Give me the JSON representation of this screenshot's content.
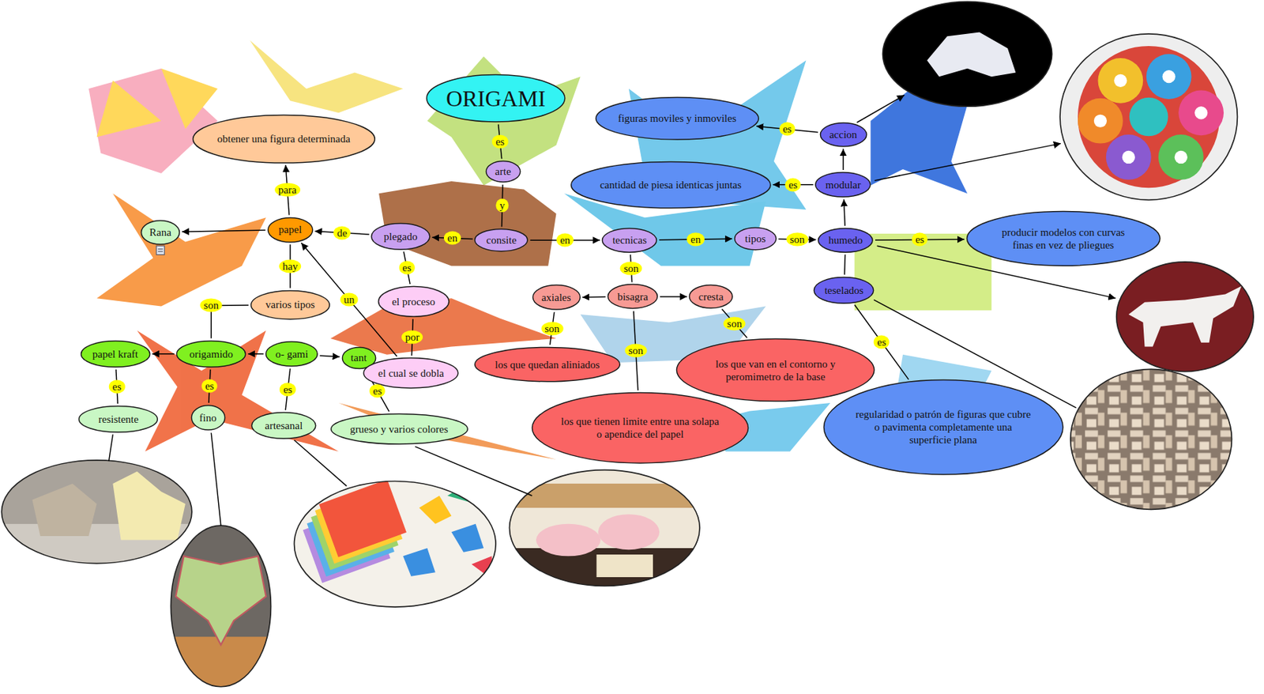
{
  "diagram": {
    "nodes": [
      {
        "text": [
          "ORIGAMI"
        ]
      },
      {
        "text": [
          "arte"
        ]
      },
      {
        "text": [
          "consite"
        ]
      },
      {
        "text": [
          "plegado"
        ]
      },
      {
        "text": [
          "papel"
        ]
      },
      {
        "text": [
          "obtener una figura determinada"
        ]
      },
      {
        "text": [
          "Rana"
        ]
      },
      {
        "text": [
          "varios tipos"
        ]
      },
      {
        "text": [
          "origamido"
        ]
      },
      {
        "text": [
          "papel kraft"
        ]
      },
      {
        "text": [
          "o- gami"
        ]
      },
      {
        "text": [
          "tant"
        ]
      },
      {
        "text": [
          "resistente"
        ]
      },
      {
        "text": [
          "fino"
        ]
      },
      {
        "text": [
          "artesanal"
        ]
      },
      {
        "text": [
          "grueso y varios colores"
        ]
      },
      {
        "text": [
          "el proceso"
        ]
      },
      {
        "text": [
          "el cual se dobla"
        ]
      },
      {
        "text": [
          "tecnicas"
        ]
      },
      {
        "text": [
          "tipos"
        ]
      },
      {
        "text": [
          "axiales"
        ]
      },
      {
        "text": [
          "bisagra"
        ]
      },
      {
        "text": [
          "cresta"
        ]
      },
      {
        "text": [
          "los que quedan aliniados"
        ]
      },
      {
        "text": [
          "los que tienen limite entre una solapa o apendice del papel"
        ]
      },
      {
        "text": [
          "los que van en el contorno y peromimetro de la base"
        ]
      },
      {
        "text": [
          "accion"
        ]
      },
      {
        "text": [
          "modular"
        ]
      },
      {
        "text": [
          "humedo"
        ]
      },
      {
        "text": [
          "teselados"
        ]
      },
      {
        "text": [
          "figuras moviles y inmoviles"
        ]
      },
      {
        "text": [
          "cantidad de piesa identicas juntas"
        ]
      },
      {
        "text": [
          "producir modelos con curvas finas en vez de pliegues"
        ]
      },
      {
        "text": [
          "regularidad o patrón de figuras que cubre o pavimenta completamente una superficie plana"
        ]
      }
    ],
    "edges": [
      {
        "from": 0,
        "to": 1,
        "label": "es",
        "arrow": "none"
      },
      {
        "from": 1,
        "to": 2,
        "label": "y",
        "arrow": "none"
      },
      {
        "from": 2,
        "to": 3,
        "label": "en",
        "arrow": "to"
      },
      {
        "from": 3,
        "to": 4,
        "label": "de",
        "arrow": "to"
      },
      {
        "from": 4,
        "to": 5,
        "label": "para",
        "arrow": "to"
      },
      {
        "from": 4,
        "to": 6,
        "arrow": "to"
      },
      {
        "from": 4,
        "to": 7,
        "label": "hay",
        "arrow": "none"
      },
      {
        "from": 7,
        "to": 8,
        "label": "son",
        "arrow": "none"
      },
      {
        "from": 8,
        "to": 9,
        "arrow": "to"
      },
      {
        "from": 10,
        "to": 8,
        "arrow": "to"
      },
      {
        "from": 10,
        "to": 11,
        "arrow": "to"
      },
      {
        "from": 9,
        "to": 12,
        "label": "es",
        "arrow": "none"
      },
      {
        "from": 8,
        "to": 13,
        "label": "es",
        "arrow": "none"
      },
      {
        "from": 10,
        "to": 14,
        "label": "es",
        "arrow": "none"
      },
      {
        "from": 11,
        "to": 15,
        "label": "es",
        "arrow": "none"
      },
      {
        "from": 3,
        "to": 16,
        "label": "es",
        "arrow": "none"
      },
      {
        "from": 16,
        "to": 17,
        "label": "por",
        "arrow": "none"
      },
      {
        "from": 17,
        "to": 4,
        "label": "un",
        "arrow": "to"
      },
      {
        "from": 2,
        "to": 18,
        "label": "en",
        "arrow": "to"
      },
      {
        "from": 18,
        "to": 19,
        "label": "en",
        "arrow": "to"
      },
      {
        "from": 18,
        "to": 21,
        "label": "son",
        "arrow": "none"
      },
      {
        "from": 21,
        "to": 20,
        "arrow": "to"
      },
      {
        "from": 21,
        "to": 22,
        "arrow": "to"
      },
      {
        "from": 20,
        "to": 23,
        "label": "son",
        "arrow": "none"
      },
      {
        "from": 21,
        "to": 24,
        "label": "son",
        "arrow": "none"
      },
      {
        "from": 22,
        "to": 25,
        "label": "son",
        "arrow": "none"
      },
      {
        "from": 19,
        "to": 28,
        "label": "son",
        "arrow": "to"
      },
      {
        "from": 28,
        "to": 27,
        "arrow": "to"
      },
      {
        "from": 27,
        "to": 26,
        "arrow": "to"
      },
      {
        "from": 28,
        "to": 29,
        "arrow": "none"
      },
      {
        "from": 26,
        "to": 30,
        "label": "es",
        "arrow": "to"
      },
      {
        "from": 27,
        "to": 31,
        "label": "es",
        "arrow": "to"
      },
      {
        "from": 28,
        "to": 32,
        "label": "es",
        "arrow": "to"
      },
      {
        "from": 29,
        "to": 33,
        "label": "es",
        "arrow": "none"
      }
    ]
  }
}
